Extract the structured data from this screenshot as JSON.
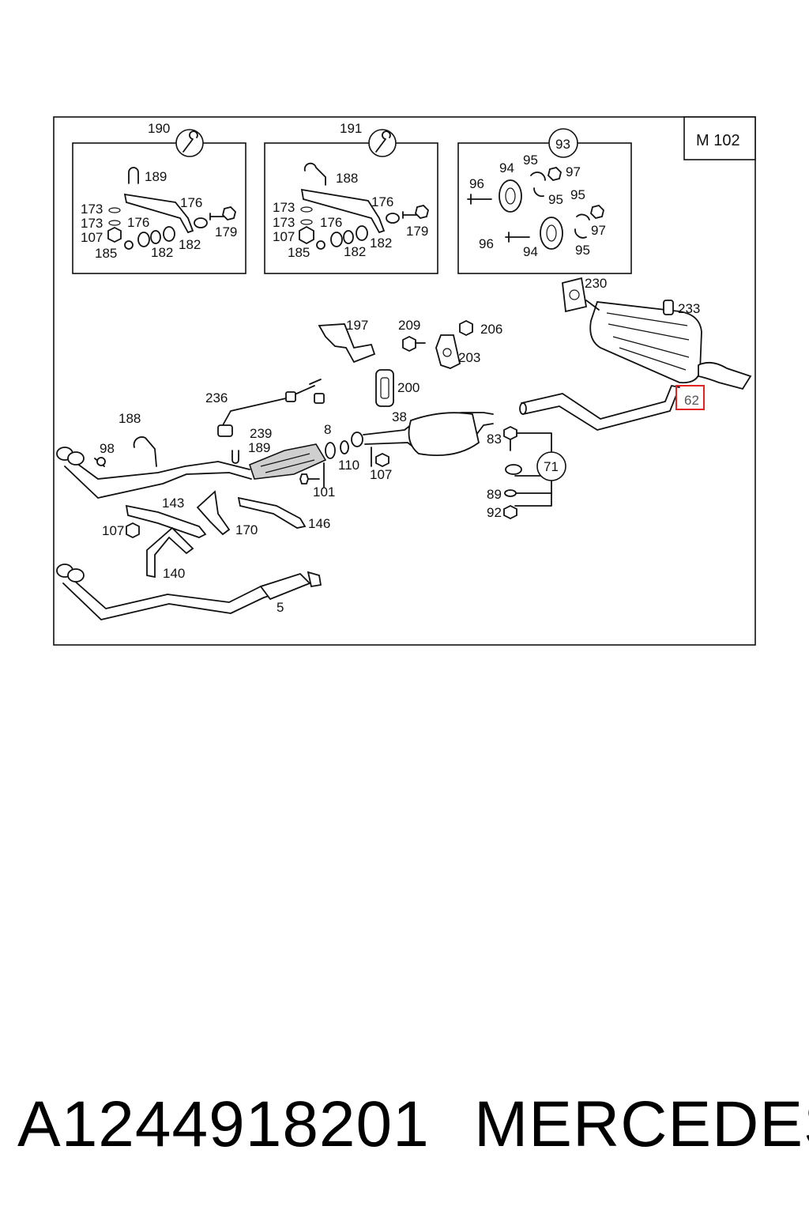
{
  "engine_code": "M 102",
  "footer": {
    "part_number": "A1244918201",
    "brand": "MERCEDES"
  },
  "kits": [
    {
      "number": "190",
      "icon": "wrench-icon",
      "labels": [
        "189",
        "176",
        "173",
        "173",
        "176",
        "107",
        "179",
        "185",
        "182",
        "182"
      ]
    },
    {
      "number": "191",
      "icon": "wrench-icon",
      "labels": [
        "188",
        "176",
        "173",
        "173",
        "176",
        "107",
        "179",
        "185",
        "182",
        "182"
      ]
    },
    {
      "number": "93",
      "labels": [
        "95",
        "94",
        "97",
        "96",
        "95",
        "95",
        "97",
        "96",
        "94",
        "95"
      ]
    }
  ],
  "callouts": {
    "c230": "230",
    "c233": "233",
    "c197": "197",
    "c209": "209",
    "c206": "206",
    "c203": "203",
    "c200": "200",
    "c236": "236",
    "c38": "38",
    "c188": "188",
    "c239": "239",
    "c189": "189",
    "c8": "8",
    "c98": "98",
    "c110": "110",
    "c107a": "107",
    "c101": "101",
    "c83": "83",
    "c71": "71",
    "c89": "89",
    "c92": "92",
    "c143": "143",
    "c146": "146",
    "c170": "170",
    "c107b": "107",
    "c140": "140",
    "c5": "5"
  },
  "highlighted_part": "62",
  "colors": {
    "highlight": "#e32222",
    "line": "#111111"
  }
}
